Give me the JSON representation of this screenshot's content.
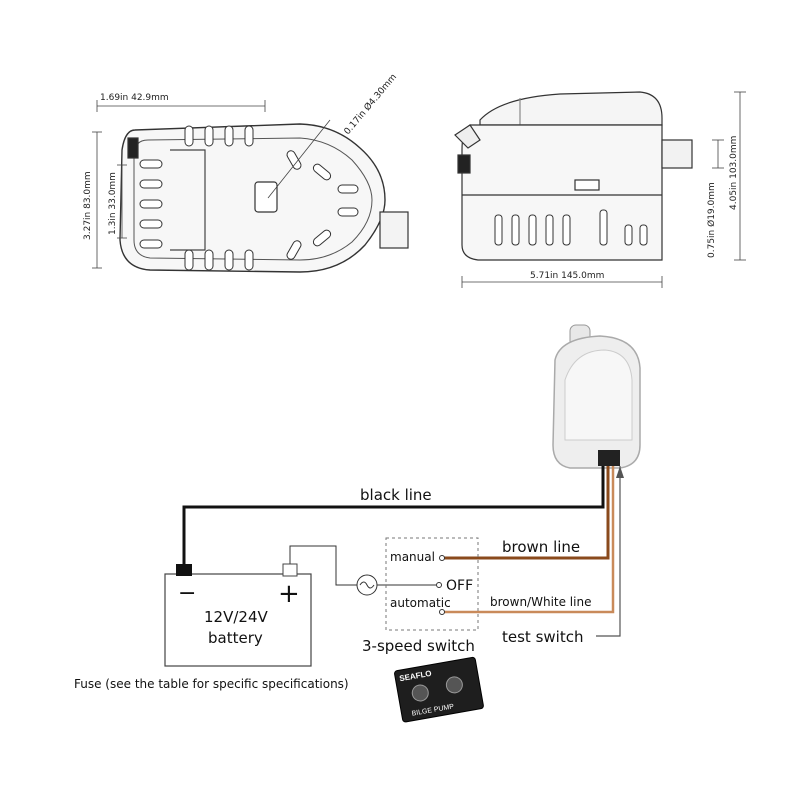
{
  "top_view": {
    "dims": {
      "width": "1.69in 42.9mm",
      "outlet_dia": "0.17in Ø4.30mm",
      "height_total": "3.27in 83.0mm",
      "height_inner": "1.3in 33.0mm"
    }
  },
  "side_view": {
    "dims": {
      "length": "5.71in 145.0mm",
      "outlet_dia": "0.75in Ø19.0mm",
      "height": "4.05in 103.0mm"
    }
  },
  "wiring": {
    "black_line": "black line",
    "brown_line": "brown line",
    "brown_white_line": "brown/White line",
    "test_switch": "test switch",
    "manual": "manual",
    "off": "OFF",
    "automatic": "automatic",
    "battery_voltage": "12V/24V",
    "battery_label": "battery",
    "switch_title": "3-speed switch",
    "fuse_note": "Fuse (see the table for specific specifications)",
    "panel_brand": "SEAFLO",
    "panel_label": "BILGE PUMP",
    "minus": "−",
    "plus": "+"
  },
  "colors": {
    "black_wire": "#111111",
    "brown_wire": "#8a4a1c",
    "brown_white_wire": "#c98a5a",
    "test_wire": "#555555"
  }
}
